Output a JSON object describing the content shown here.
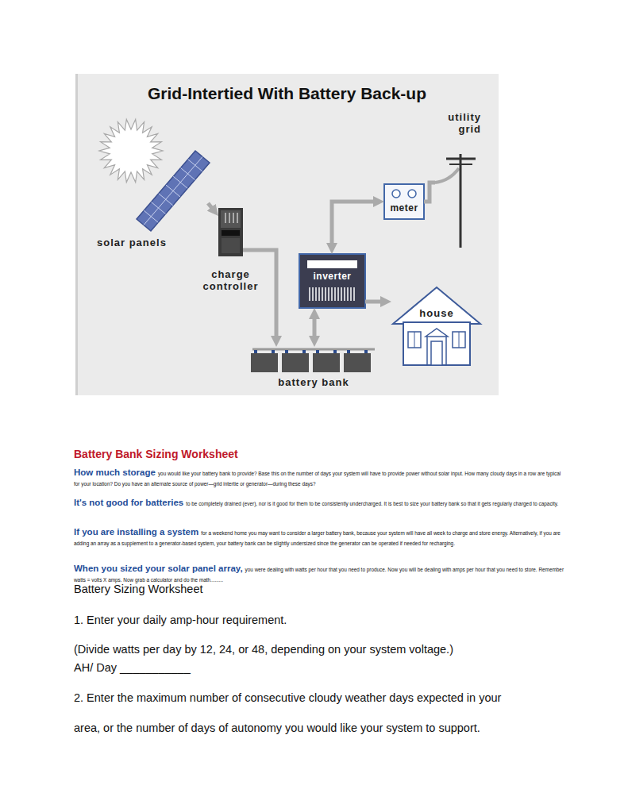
{
  "diagram": {
    "title": "Grid-Intertied With Battery Back-up",
    "nodes": [
      {
        "text": [
          "utility grid"
        ]
      },
      {
        "text": [
          "meter"
        ]
      },
      {
        "text": [
          "solar panels"
        ]
      },
      {
        "text": [
          "charge controller"
        ]
      },
      {
        "text": [
          "inverter"
        ]
      },
      {
        "text": [
          "house"
        ]
      },
      {
        "text": [
          "battery bank"
        ]
      }
    ],
    "edges": [
      {
        "from": 2,
        "to": 3,
        "arrow": "to"
      },
      {
        "from": 3,
        "to": 6,
        "arrow": "to"
      },
      {
        "from": 6,
        "to": 4,
        "arrow": "both"
      },
      {
        "from": 4,
        "to": 1,
        "arrow": "both"
      },
      {
        "from": 1,
        "to": 0,
        "arrow": "none"
      },
      {
        "from": 4,
        "to": 5,
        "arrow": "to"
      }
    ],
    "labels": [
      "Battery Bank Sizing Worksheet",
      "How much storage",
      "you would like your battery bank to provide? Base this on the number of days your system will have to provide power without solar input. How many cloudy days in a row are typical for your location? Do you have an alternate source of power—grid intertie or generator—during these days?",
      "It's not good for batteries",
      "to be completely drained (ever), nor is it good for them to be consistently undercharged. It is best to size your battery bank so that it gets regularly charged to capacity.",
      "If you are installing a system",
      "for a weekend home you may want to consider a larger battery bank, because your system will have all week to charge and store energy. Alternatively, if you are adding an array as a supplement to a generator-based system, your battery bank can be slightly undersized since the generator can be operated if needed for recharging.",
      "When you sized your solar panel array,",
      "you were dealing with watts per hour that you need to produce. Now you will be dealing with amps per hour that you need to store. Remember watts = volts X amps. Now grab a calculator and do the math.........",
      "Battery Sizing Worksheet",
      "1. Enter your daily amp-hour requirement.",
      "(Divide watts per day by 12, 24, or 48, depending on your system voltage.)",
      "AH/ Day ___________",
      "2. Enter the maximum number of consecutive cloudy weather days expected in your",
      "area, or the number of days of autonomy you would like your system to support."
    ]
  }
}
